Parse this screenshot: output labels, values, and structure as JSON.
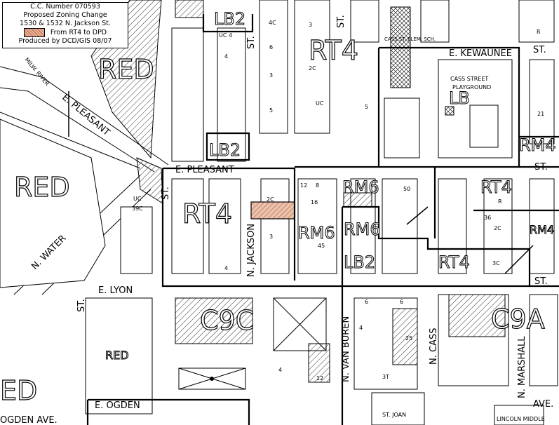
{
  "legend": {
    "line1": "C.C. Number 070593",
    "line2": "Proposed Zoning Change",
    "line3": "1530 & 1532 N. Jackson St.",
    "swatch_label": "From RT4 to DPD",
    "produced": "Produced by DCD/GIS   08/07",
    "swatch_color": "#c8775a"
  },
  "zones": {
    "red_nw": "RED",
    "red_w": "RED",
    "red_sw": "ED",
    "red_block": "RED",
    "rt4_n": "RT4",
    "rt4_mid": "RT4",
    "rt4_e": "RT4",
    "rt4_se": "RT4",
    "lb2_n": "LB2",
    "lb2_mid": "LB2",
    "lb2_s": "LB2",
    "rm6_a": "RM6",
    "rm6_b": "RM6",
    "rm6_c": "RM6",
    "rm4_a": "RM4",
    "rm4_b": "RM4",
    "c9c": "C9C",
    "c9a": "C9A",
    "lb_ne": "LB"
  },
  "streets": {
    "pleasant_upper": "E. PLEASANT",
    "pleasant": "E. PLEASANT",
    "water": "N. WATER",
    "lyon": "E. LYON",
    "jackson": "N. JACKSON",
    "van_buren": "N. VAN BUREN",
    "cass": "N. CASS",
    "marshall": "N. MARSHALL",
    "kewaunee": "E. KEWAUNEE",
    "ogden": "E. OGDEN",
    "ogden_ave": "OGDEN AVE.",
    "ave": "AVE.",
    "st1": "ST.",
    "st2": "ST.",
    "st3": "ST.",
    "st4": "ST.",
    "st5": "ST.",
    "st6": "ST.",
    "st7": "ST.",
    "river": "MILW. RIVER",
    "st_joan": "ST. JOAN",
    "lincoln": "LINCOLN MIDDLE"
  },
  "landmarks": {
    "school": "CASS ST. ELEM. SCH.",
    "playground_1": "CASS STREET",
    "playground_2": "PLAYGROUND"
  },
  "parcel_labels": [
    "4C",
    "3",
    "2C",
    "4",
    "6",
    "5",
    "3",
    "4",
    "R",
    "3",
    "12",
    "8",
    "16",
    "45",
    "36",
    "2C",
    "3C",
    "25",
    "3T",
    "6",
    "6",
    "4",
    "4",
    "12",
    "50",
    "21",
    "5",
    "39C",
    "UC 4",
    "UC",
    "2C",
    "R",
    "UC"
  ]
}
